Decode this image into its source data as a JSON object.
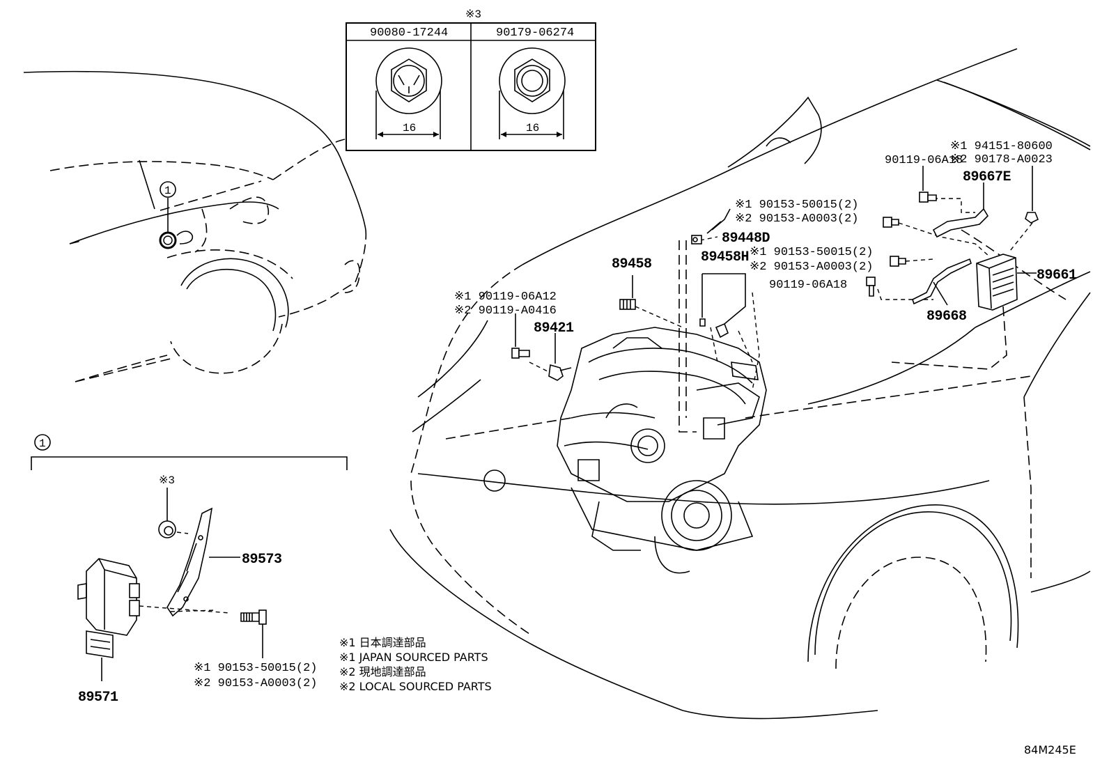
{
  "nut_table": {
    "header_mark": "※3",
    "columns": [
      {
        "part_number": "90080-17244",
        "size": "16"
      },
      {
        "part_number": "90179-06274",
        "size": "16"
      }
    ]
  },
  "rear_callout": {
    "marker": "1"
  },
  "detail_box": {
    "marker": "1",
    "nut_mark": "※3"
  },
  "labels": {
    "p89573": "89573",
    "p89571": "89571",
    "bolt_a_1": "※1 90153-50015(2)",
    "bolt_a_2": "※2 90153-A0003(2)",
    "p94151": "※1 94151-80600",
    "p90178": "※2 90178-A0023",
    "p90119_a18_top": "90119-06A18",
    "p89667e": "89667E",
    "top_bolt_1": "※1 90153-50015(2)",
    "top_bolt_2": "※2 90153-A0003(2)",
    "p89448d": "89448D",
    "p89458": "89458",
    "p89458h": "89458H",
    "mid_bolt_1": "※1 90153-50015(2)",
    "mid_bolt_2": "※2 90153-A0003(2)",
    "p89661": "89661",
    "p90119_a18_mid": "90119-06A18",
    "p89668": "89668",
    "p90119_a12": "※1 90119-06A12",
    "p90119_a0416": "※2 90119-A0416",
    "p89421": "89421"
  },
  "legend": [
    "※1 日本調達部品",
    "※1 JAPAN SOURCED PARTS",
    "※2 現地調達部品",
    "※2 LOCAL SOURCED PARTS"
  ],
  "diagram_code": "84M245E"
}
